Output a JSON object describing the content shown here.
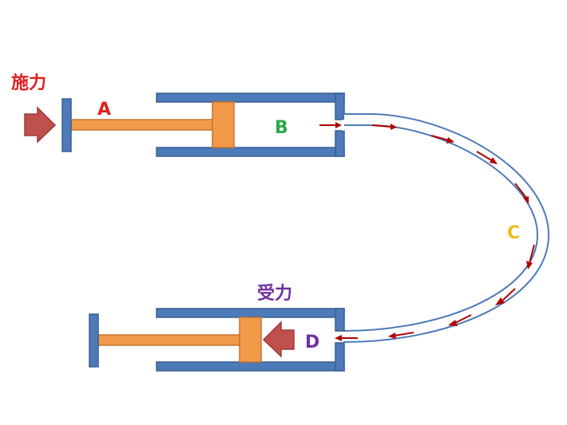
{
  "labels": {
    "apply_force": "施力",
    "receive_force": "受力",
    "a": "A",
    "b": "B",
    "c": "C",
    "d": "D"
  },
  "colors": {
    "cylinder_blue": "#4d7ab8",
    "cylinder_stroke": "#3a5f94",
    "piston_orange": "#f29a4a",
    "piston_stroke": "#c5732d",
    "arrow_red": "#c0504d",
    "flow_red": "#b00000",
    "label_red": "#e02020",
    "label_green": "#2ea84a",
    "label_yellow": "#f2b81c",
    "label_purple": "#7030a0"
  },
  "icons": {
    "push_arrow": "arrow-right-icon",
    "receive_arrow": "arrow-left-icon",
    "flow_arrow": "flow-arrow-icon"
  }
}
